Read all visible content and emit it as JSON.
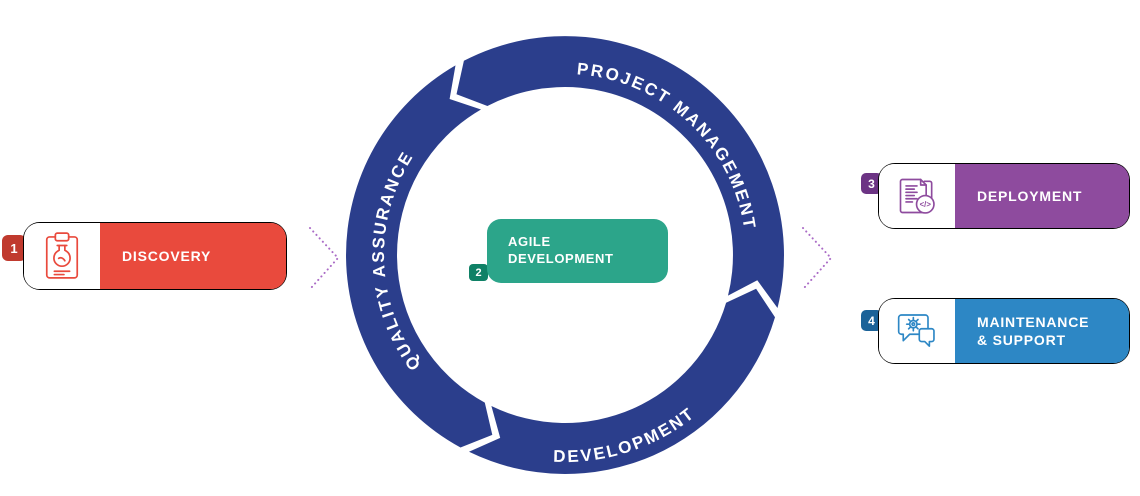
{
  "steps": {
    "discovery": {
      "number": "1",
      "label": "DISCOVERY",
      "color": "#E94A3D",
      "badge_color": "#C03A2E",
      "icon": "clipboard-flask"
    },
    "agile_development": {
      "number": "2",
      "label_line1": "AGILE",
      "label_line2": "DEVELOPMENT",
      "color": "#2CA58A",
      "badge_color": "#0F8166"
    },
    "deployment": {
      "number": "3",
      "label": "DEPLOYMENT",
      "color": "#8E4B9E",
      "badge_color": "#6C3484",
      "icon": "code-document",
      "icon_code_glyph": "</>"
    },
    "maintenance_support": {
      "number": "4",
      "label_line1": "MAINTENANCE",
      "label_line2": "& SUPPORT",
      "color": "#2D87C5",
      "badge_color": "#1B6298",
      "icon": "chat-gear"
    }
  },
  "ring": {
    "color": "#2B3E8C",
    "labels": {
      "quality_assurance": "QUALITY ASSURANCE",
      "project_management": "PROJECT MANAGEMENT",
      "development": "DEVELOPMENT"
    }
  },
  "connector_color": "#AA6BC6"
}
